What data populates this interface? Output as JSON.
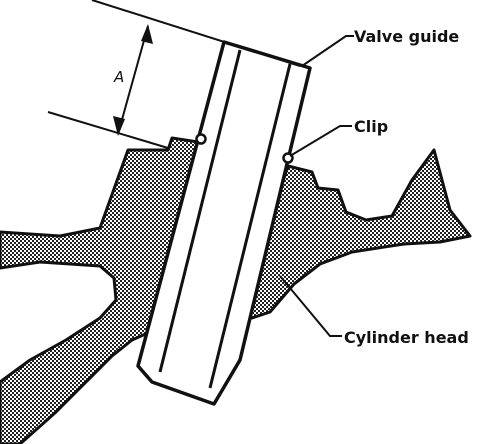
{
  "diagram": {
    "labels": {
      "valve_guide": "Valve guide",
      "clip": "Clip",
      "cylinder_head": "Cylinder head"
    },
    "dimension": "A",
    "colors": {
      "ink": "#111111",
      "background": "#ffffff",
      "casting_fill": "#9a9a9a"
    }
  }
}
